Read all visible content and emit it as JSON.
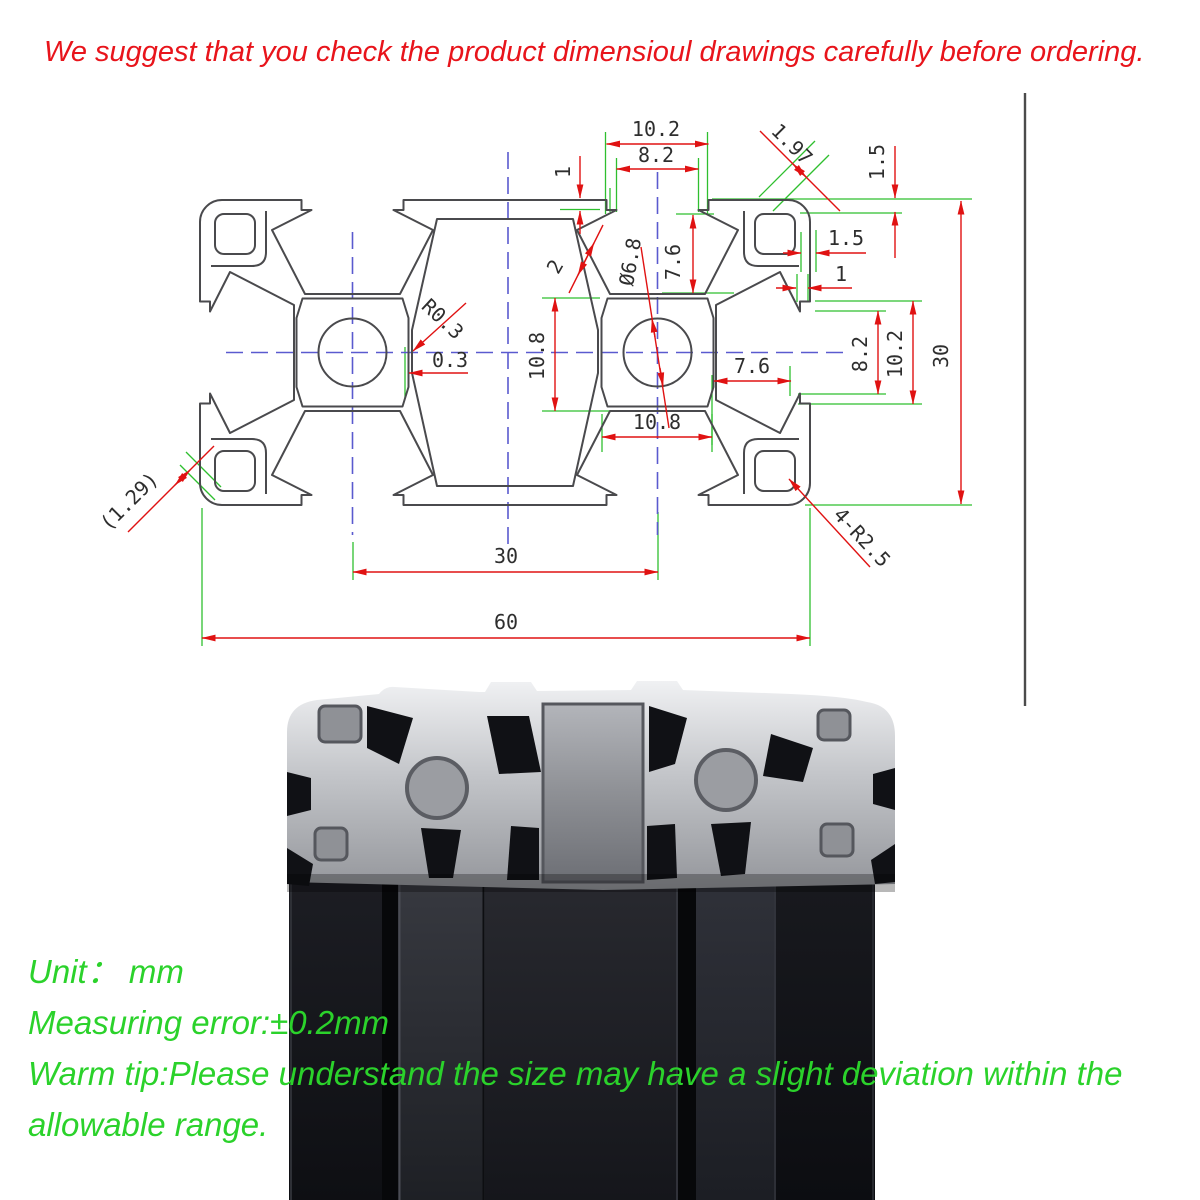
{
  "header": {
    "warning": "We suggest that you check the product dimensioul drawings carefully before ordering."
  },
  "drawing": {
    "dims": {
      "top_10_2": "10.2",
      "top_8_2": "8.2",
      "top_1": "1",
      "diag_1_97": "1.97",
      "right_1_5_v": "1.5",
      "right_1_5_h": "1.5",
      "right_1_h": "1",
      "dia_6_8": "Ø6.8",
      "v_7_6": "7.6",
      "web_2": "2",
      "r_0_3": "R0.3",
      "h_0_3": "0.3",
      "v_10_8": "10.8",
      "h_7_6": "7.6",
      "h_10_8": "10.8",
      "right_8_2": "8.2",
      "right_10_2": "10.2",
      "right_30": "30",
      "bottom_30": "30",
      "bottom_60": "60",
      "diag_1_29": "(1.29)",
      "corner_4_r2_5": "4-R2.5"
    }
  },
  "notes": {
    "unit": "Unit：  mm",
    "error": "Measuring error:±0.2mm",
    "tip_line1": "Warm tip:Please understand the size may have a slight deviation within the",
    "tip_line2": "allowable range."
  },
  "colors": {
    "warning_red": "#e8141b",
    "note_green": "#2bd22b",
    "dim_red": "#e01212",
    "ext_green": "#2fbf2f",
    "centerline_blue": "#5a5acf",
    "outline_gray": "#4a4a4d",
    "profile_black": "#17181d",
    "profile_silver": "#c6c8cc"
  }
}
